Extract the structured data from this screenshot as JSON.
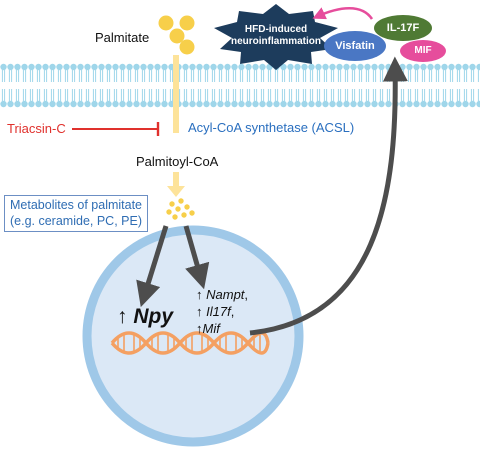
{
  "labels": {
    "palmitate": "Palmitate",
    "triacsin": "Triacsin-C",
    "acsl": "Acyl-CoA synthetase (ACSL)",
    "palmitoyl_coa": "Palmitoyl-CoA",
    "metabolites_line1": "Metabolites of palmitate",
    "metabolites_line2": "(e.g. ceramide, PC, PE)"
  },
  "nucleus": {
    "npy_arrow": "↑",
    "npy_gene": "Npy",
    "genes": [
      {
        "arrow": "↑",
        "name": "Nampt",
        "suffix": ","
      },
      {
        "arrow": "↑",
        "name": "Il17f",
        "suffix": ","
      },
      {
        "arrow": "↑",
        "name": "Mif",
        "suffix": ""
      }
    ]
  },
  "cytokines": {
    "inflammation_line1": "HFD-induced",
    "inflammation_line2": "neuroinflammation",
    "visfatin": "Visfatin",
    "il17f": "IL-17F",
    "mif": "MIF"
  },
  "colors": {
    "membrane": "#9fd6ea",
    "palmitate_dot": "#f7cf4a",
    "flow_arrow": "#fde39a",
    "inhibitor": "#e0312d",
    "acsl_text": "#2a6fbf",
    "nucleus_fill": "#dbe8f6",
    "nucleus_ring": "#9fc8e8",
    "dark_arrow": "#4d4d4d",
    "dna": "#f4a062",
    "star": "#1d3c5c",
    "visfatin": "#4a77c4",
    "il17f": "#4f7a34",
    "mif": "#e64d9c",
    "pink_arrow": "#e64d9c"
  }
}
